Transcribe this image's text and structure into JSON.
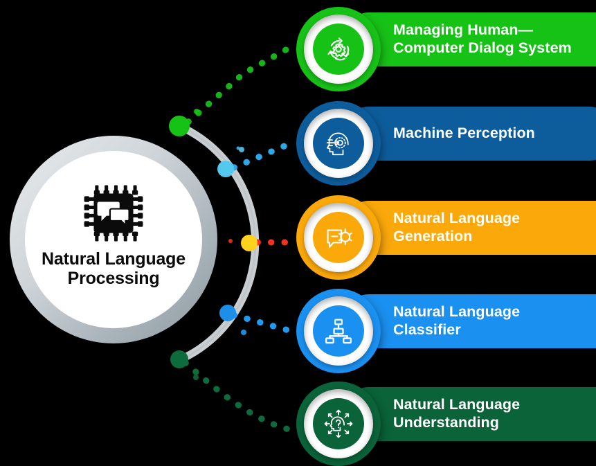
{
  "diagram": {
    "title": "Natural Language Processing",
    "center": {
      "label_line1": "Natural Language",
      "label_line2": "Processing",
      "icon": "cpu-chip-speech-bubbles-icon",
      "ring_color": "#aab4bb",
      "fill_color": "#ffffff"
    },
    "arc_color": "#c9ced1",
    "background": "#000000",
    "branches": [
      {
        "id": "managing-human-computer-dialog-system",
        "label_line1": "Managing Human—",
        "label_line2": "Computer Dialog  System",
        "color": "#17c217",
        "connector_color": "#17b417",
        "node_color": "#17c217",
        "icon": "gear-cycle-arrows-icon"
      },
      {
        "id": "machine-perception",
        "label_line1": "Machine Perception",
        "label_line2": "",
        "color": "#0d5d9c",
        "connector_color": "#2aa8e8",
        "node_color": "#55c8ee",
        "icon": "head-vision-arrow-icon"
      },
      {
        "id": "natural-language-generation",
        "label_line1": "Natural Language",
        "label_line2": "Generation",
        "color": "#fba80b",
        "connector_color": "#f4321f",
        "node_color": "#ffd21e",
        "icon": "speech-bubble-gear-icon"
      },
      {
        "id": "natural-language-classifier",
        "label_line1": "Natural Language",
        "label_line2": "Classifier",
        "color": "#1a90f0",
        "connector_color": "#1e9bf2",
        "node_color": "#1e8fe8",
        "icon": "hierarchy-tree-icon"
      },
      {
        "id": "natural-language-understanding",
        "label_line1": "Natural Language",
        "label_line2": "Understanding",
        "color": "#0a6339",
        "connector_color": "#0d6b3c",
        "node_color": "#0d6b3c",
        "icon": "head-question-arrows-icon"
      }
    ]
  }
}
